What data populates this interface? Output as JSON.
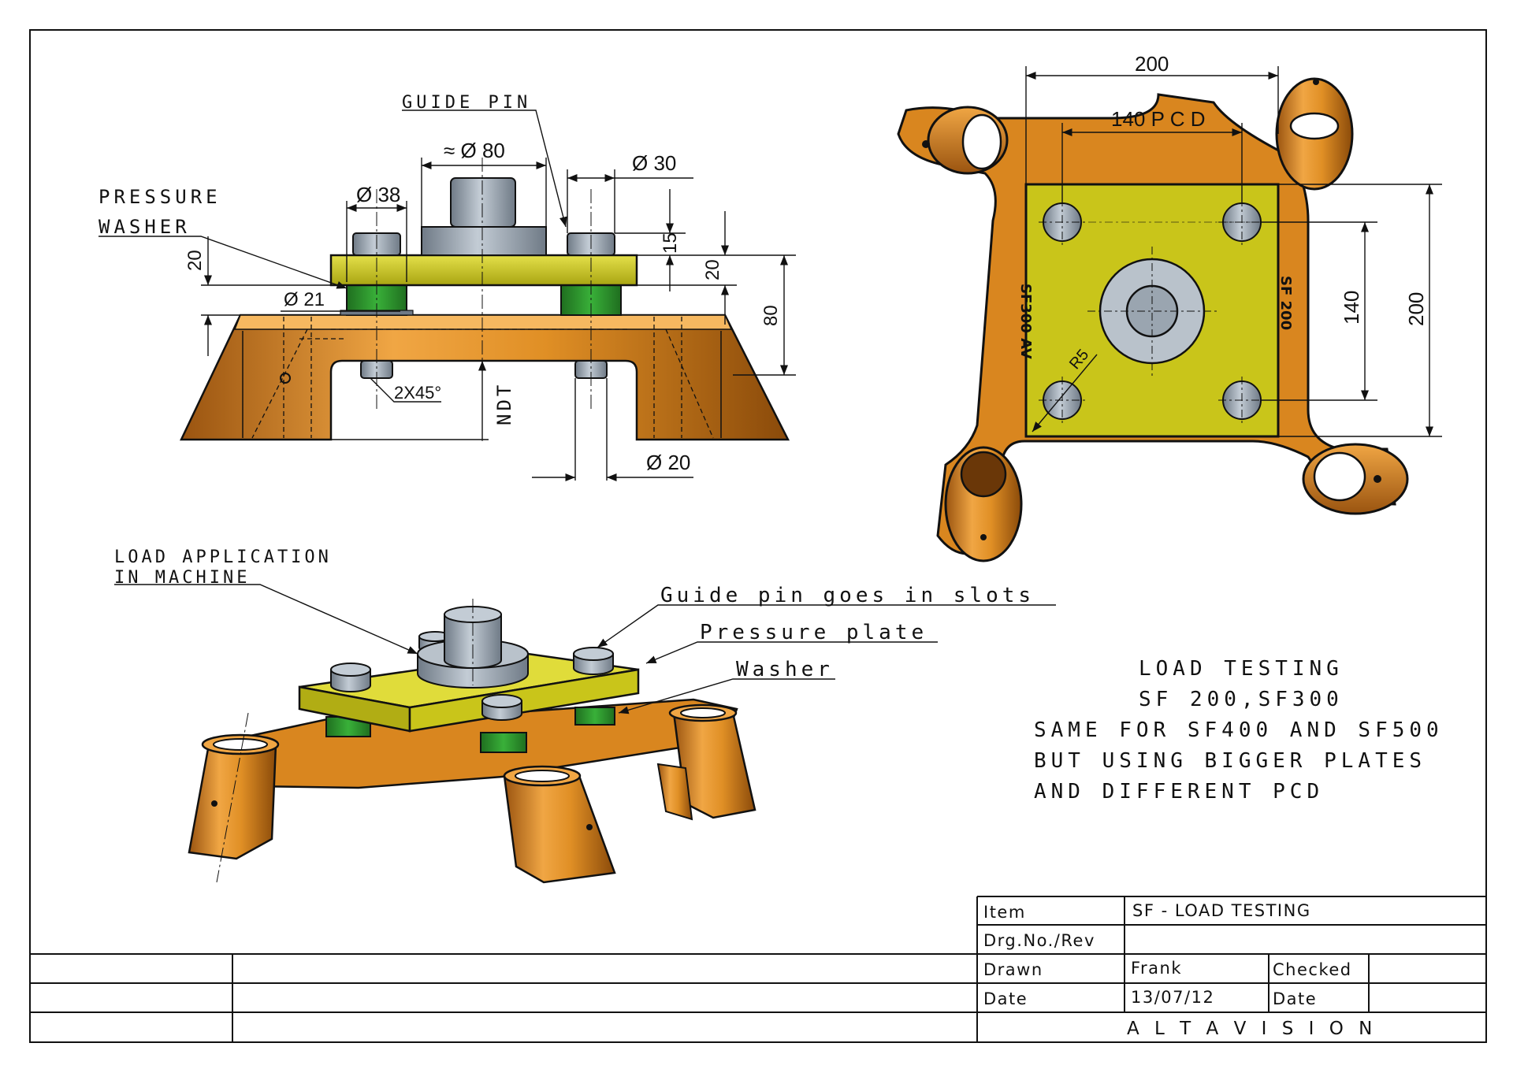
{
  "side_view": {
    "guide_pin_label": "GUIDE PIN",
    "pressure_washer_label_1": "PRESSURE",
    "pressure_washer_label_2": "WASHER",
    "dim_dia80": "≈ Ø 80",
    "dim_dia30": "Ø 30",
    "dim_dia38": "Ø 38",
    "dim_dia21": "Ø 21",
    "dim_20_left": "20",
    "dim_15": "15",
    "dim_20_right": "20",
    "dim_80": "80",
    "dim_chamfer": "2X45°",
    "dim_ndt": "NDT",
    "dim_dia20": "Ø 20"
  },
  "top_view": {
    "dim_200_top": "200",
    "dim_140pcd": "140 P C D",
    "dim_140_right": "140",
    "dim_200_right": "200",
    "dim_r5": "R5",
    "plate_text_left": "SF300 AV",
    "plate_text_right": "SF 200"
  },
  "iso_view": {
    "load_label_1": "LOAD APPLICATION",
    "load_label_2": "IN MACHINE",
    "guide_pin_callout": "Guide pin goes in slots",
    "pressure_plate_callout": "Pressure plate",
    "washer_callout": "Washer"
  },
  "notes": [
    "LOAD TESTING",
    "SF 200,SF300",
    "SAME FOR SF400 AND SF500",
    "BUT USING BIGGER PLATES",
    "AND DIFFERENT PCD"
  ],
  "title_block": {
    "item_label": "Item",
    "item_value": "SF - LOAD TESTING",
    "drg_label": "Drg.No./Rev",
    "drg_value": "",
    "drawn_label": "Drawn",
    "drawn_value": "Frank",
    "checked_label": "Checked",
    "checked_value": "",
    "date_label": "Date",
    "date_value": "13/07/12",
    "date2_label": "Date",
    "date2_value": "",
    "company": "A L T A V I S I O N"
  },
  "colors": {
    "frame_orange": "#d9861f",
    "frame_dark": "#8a4a0a",
    "plate_yellow": "#c9c51a",
    "pin_grey": "#8f9aa6",
    "washer_green": "#2f9a2f"
  }
}
